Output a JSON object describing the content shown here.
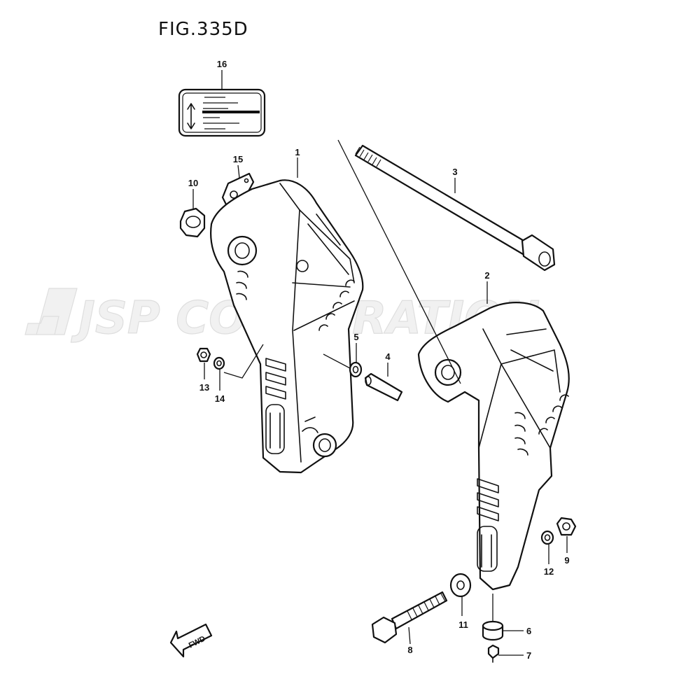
{
  "figure": {
    "title": "FIG.335D"
  },
  "watermark": {
    "text": "JSP CORPORATION"
  },
  "direction": {
    "label": "FWD"
  },
  "callouts": [
    "1",
    "2",
    "3",
    "4",
    "5",
    "6",
    "7",
    "8",
    "9",
    "10",
    "11",
    "12",
    "13",
    "14",
    "15",
    "16"
  ]
}
